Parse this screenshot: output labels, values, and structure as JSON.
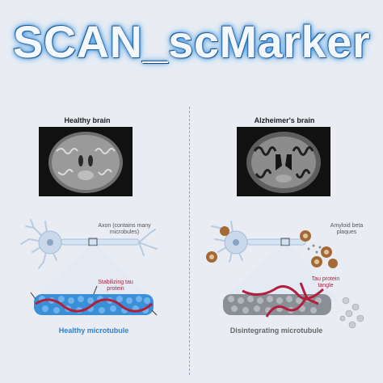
{
  "header": {
    "title": "SCAN_scMarker"
  },
  "left_panel": {
    "heading": "Healthy brain",
    "axon_label": "Axon (contains many microbules)",
    "tau_label": "Stabilizing tau protein",
    "microtubule_label": "Healthy microtubule"
  },
  "right_panel": {
    "heading": "Alzheimer's brain",
    "plaques_label": "Amyloid beta plaques",
    "tangle_label": "Tau protein tangle",
    "microtubule_label": "Disintegrating microtubule"
  },
  "colors": {
    "healthy_blue": "#3b8fd6",
    "tau_red": "#b0203e",
    "disintegrating_gray": "#8a8f96",
    "plaque_brown": "#a46a36"
  }
}
